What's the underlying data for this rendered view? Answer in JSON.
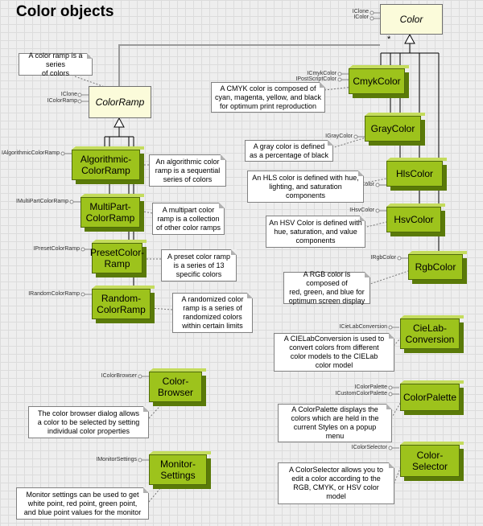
{
  "title": "Color objects",
  "classes": {
    "color": "Color",
    "color_ramp": "ColorRamp",
    "cmyk": "CmykColor",
    "gray": "GrayColor",
    "hls": "HlsColor",
    "hsv": "HsvColor",
    "rgb": "RgbColor",
    "cielab": "CieLab-\nConversion",
    "palette": "ColorPalette",
    "selector": "Color-\nSelector",
    "algorithmic": "Algorithmic-\nColorRamp",
    "multipart": "MultiPart-\nColorRamp",
    "preset": "PresetColor-\nRamp",
    "random": "Random-\nColorRamp",
    "browser": "Color-\nBrowser",
    "monitor": "Monitor-\nSettings"
  },
  "multiplicity": "*",
  "interfaces": {
    "color": [
      "IClone",
      "IColor"
    ],
    "color_ramp": [
      "IClone",
      "IColorRamp"
    ],
    "cmyk": [
      "ICmykColor",
      "IPostScriptColor"
    ],
    "gray": [
      "IGrayColor"
    ],
    "hls": [
      "IHlsColor"
    ],
    "hsv": [
      "IHsvColor"
    ],
    "rgb": [
      "IRgbColor"
    ],
    "cielab": [
      "ICieLabConversion"
    ],
    "palette": [
      "IColorPalette",
      "ICustomColorPalette"
    ],
    "selector": [
      "IColorSelector"
    ],
    "algorithmic": [
      "IAlgorithmicColorRamp"
    ],
    "multipart": [
      "IMultiPartColorRamp"
    ],
    "preset": [
      "IPresetColorRamp"
    ],
    "random": [
      "IRandomColorRamp"
    ],
    "browser": [
      "IColorBrowser"
    ],
    "monitor": [
      "IMonitorSettings"
    ]
  },
  "notes": {
    "ramp": "A color ramp is a series\nof colors",
    "cmyk": "A CMYK color is composed of\ncyan, magenta, yellow, and black\nfor optimum print reproduction",
    "gray": "A gray color is defined\nas a percentage of black",
    "hls": "An HLS color is defined with hue,\nlighting, and saturation\ncomponents",
    "hsv": "An HSV Color is defined with\nhue, saturation, and value\ncomponents",
    "rgb": "A RGB color is composed of\nred, green, and blue for\noptimum screen display",
    "cielab": "A CIELabConversion is used to\nconvert colors from different\ncolor models to the CIELab\ncolor model",
    "palette": "A ColorPalette displays the\ncolors which are held in the\ncurrent Styles on a popup\nmenu",
    "selector": "A ColorSelector allows you to\nedit a color according to the\nRGB, CMYK, or HSV color\nmodel",
    "algorithmic": "An algorithmic color\nramp is a sequential\nseries of colors",
    "multipart": "A multipart color\nramp is a collection\nof other color ramps",
    "preset": "A preset color ramp\nis a series of 13\nspecific colors",
    "random": "A randomized color\nramp is a series of\nrandomized colors\nwithin certain limits",
    "browser": "The color browser dialog allows\na color to be selected by setting\nindividual color properties",
    "monitor": "Monitor settings can be used to get\nwhite point, red point, green point,\nand blue point values for the monitor"
  }
}
